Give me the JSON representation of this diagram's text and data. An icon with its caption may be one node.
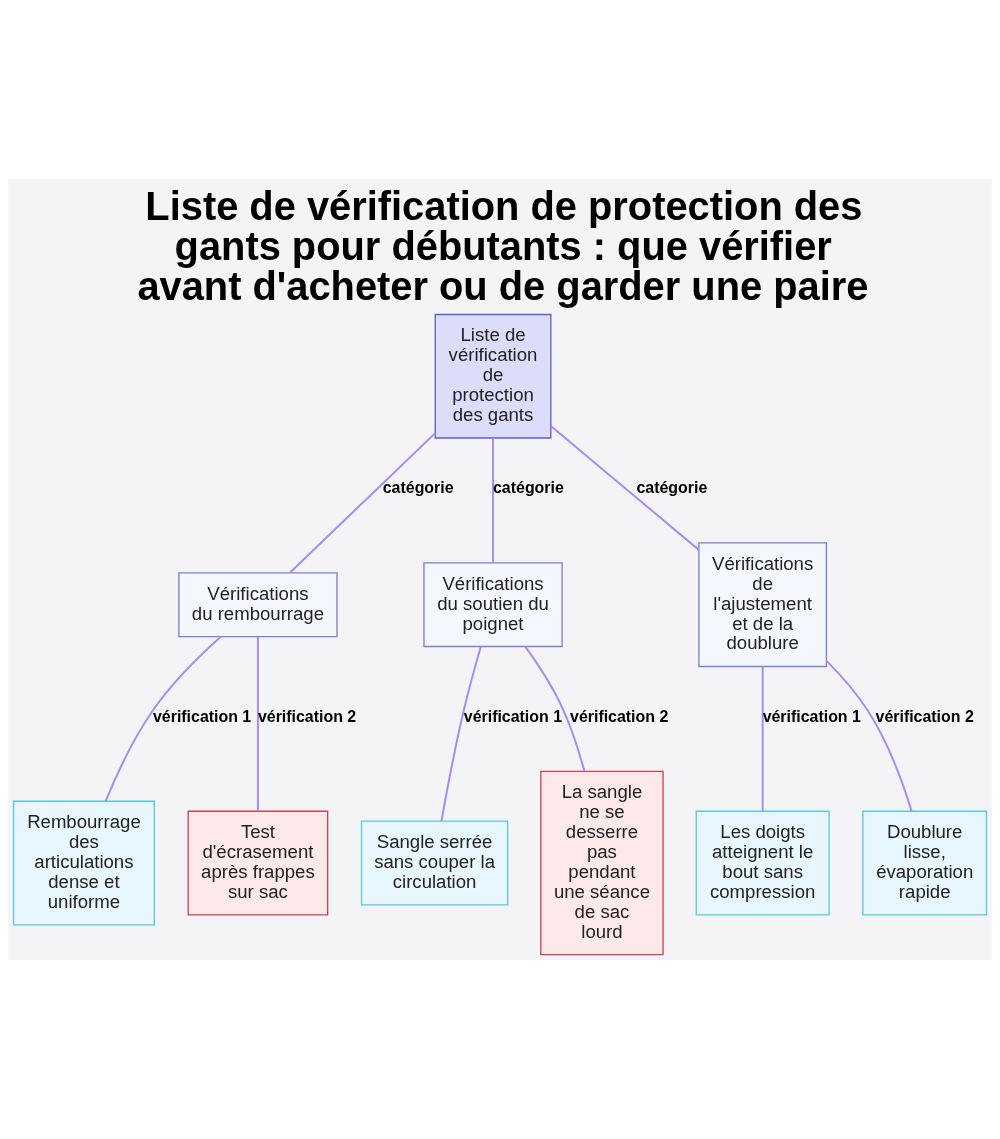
{
  "diagram": {
    "title": "Liste de vérification de protection des gants pour débutants : que vérifier avant d'acheter ou de garder une paire",
    "nodes": [
      {
        "text": [
          "Liste de vérification de protection des gants"
        ]
      },
      {
        "text": [
          "Vérifications du rembourrage"
        ]
      },
      {
        "text": [
          "Vérifications du soutien du poignet"
        ]
      },
      {
        "text": [
          "Vérifications de l'ajustement et de la doublure"
        ]
      },
      {
        "text": [
          "Rembourrage des articulations dense et uniforme"
        ]
      },
      {
        "text": [
          "Test d'écrasement après frappes sur sac"
        ]
      },
      {
        "text": [
          "Sangle serrée sans couper la circulation"
        ]
      },
      {
        "text": [
          "La sangle ne se desserre pas pendant une séance de sac lourd"
        ]
      },
      {
        "text": [
          "Les doigts atteignent le bout sans compression"
        ]
      },
      {
        "text": [
          "Doublure lisse, évaporation rapide"
        ]
      }
    ],
    "edges": [
      {
        "from": 0,
        "to": 1,
        "arrow": "none",
        "label": "catégorie"
      },
      {
        "from": 0,
        "to": 2,
        "arrow": "none",
        "label": "catégorie"
      },
      {
        "from": 0,
        "to": 3,
        "arrow": "none",
        "label": "catégorie"
      },
      {
        "from": 1,
        "to": 4,
        "arrow": "none",
        "label": "vérification 1"
      },
      {
        "from": 1,
        "to": 5,
        "arrow": "none",
        "label": "vérification 2"
      },
      {
        "from": 2,
        "to": 6,
        "arrow": "none",
        "label": "vérification 1"
      },
      {
        "from": 2,
        "to": 7,
        "arrow": "none",
        "label": "vérification 2"
      },
      {
        "from": 3,
        "to": 8,
        "arrow": "none",
        "label": "vérification 1"
      },
      {
        "from": 3,
        "to": 9,
        "arrow": "none",
        "label": "vérification 2"
      }
    ]
  }
}
